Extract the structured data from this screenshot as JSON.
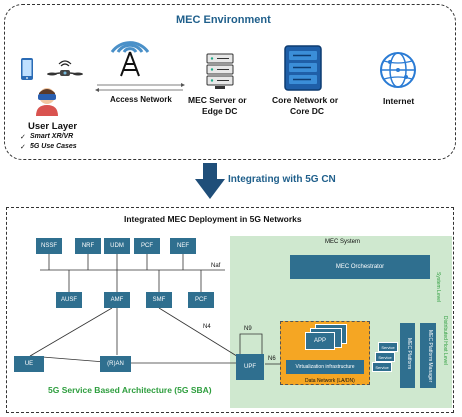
{
  "top": {
    "title": "MEC Environment",
    "user_layer": "User Layer",
    "use_cases": [
      "Smart XR/VR",
      "5G Use Cases"
    ],
    "check_mark": "✓",
    "access_network": "Access Network",
    "mec_server_line1": "MEC Server or",
    "mec_server_line2": "Edge DC",
    "core_line1": "Core Network or",
    "core_line2": "Core DC",
    "internet": "Internet"
  },
  "middle": {
    "label": "Integrating with 5G CN"
  },
  "bottom": {
    "title": "Integrated MEC Deployment in 5G Networks",
    "nfs_top": [
      "NSSF",
      "NRF",
      "UDM",
      "PCF",
      "NEF"
    ],
    "nfs_bottom": [
      "AUSF",
      "AMF",
      "SMF",
      "PCF"
    ],
    "naf": "Naf",
    "n4": "N4",
    "n9": "N9",
    "n6": "N6",
    "ue": "UE",
    "ran": "(R)AN",
    "upf": "UPF",
    "sba_label": "5G Service Based Architecture (5G SBA)",
    "mec_system": "MEC System",
    "mec_orchestrator": "MEC Orchestrator",
    "system_level": "System Level",
    "host_level": "Distributed Host Level",
    "app": "APP",
    "virtualization": "Virtualization infrastructure",
    "data_network": "Data Network (LA/DN)",
    "service": "Service",
    "mec_platform": "MEC Platform",
    "mec_platform_manager": "MEC Platform Manager"
  },
  "colors": {
    "nf_blue": "#2f6f8f",
    "mec_green": "#cfe8cf",
    "orange": "#f5a623",
    "sba_green": "#2e9e3e",
    "arrow_navy": "#1f4e79"
  }
}
